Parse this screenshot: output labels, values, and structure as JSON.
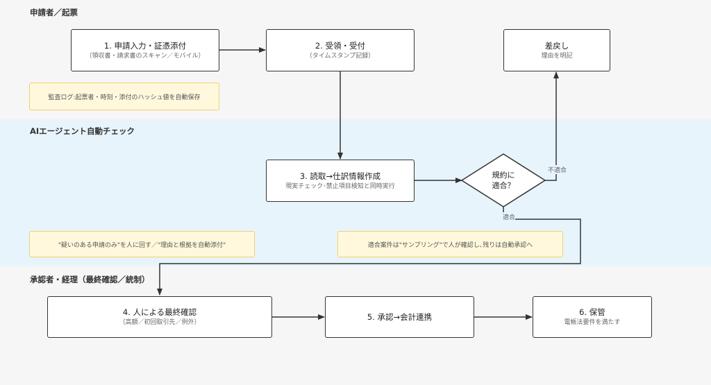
{
  "lanes": {
    "applicant": "申請者／起票",
    "ai": "AIエージェント自動チェック",
    "approver": "承認者・経理（最終確認／統制）"
  },
  "nodes": {
    "n1": {
      "title": "1. 申請入力・証憑添付",
      "sub": "（領収書・請求書のスキャン／モバイル）"
    },
    "n2": {
      "title": "2. 受領・受付",
      "sub": "（タイムスタンプ記録）"
    },
    "reject": {
      "title": "差戻し",
      "sub": "理由を明記"
    },
    "n3": {
      "title": "3. 読取→仕訳情報作成",
      "sub": "現実チェック･禁止項目検知と同時実行"
    },
    "decision": {
      "line1": "規約に",
      "line2": "適合？"
    },
    "n4": {
      "title": "4. 人による最終確認",
      "sub": "（高額／初回取引先／例外）"
    },
    "n5": {
      "title": "5. 承認→会計連携"
    },
    "n6": {
      "title": "6. 保管",
      "sub": "電帳法要件を満たす"
    }
  },
  "notes": {
    "audit": "監査ログ:起票者・時刻・添付のハッシュ値を自動保存",
    "suspicious": "\"疑いのある申請のみ\"を人に回す／\"理由と根拠を自動添付\"",
    "sampling": "適合案件は\"サンプリング\"で人が確認し､残りは自動承認へ"
  },
  "edges": {
    "nonconform": "不適合",
    "conform": "適合"
  },
  "colors": {
    "ai_lane": "#e8f4fc",
    "note_fill": "#fff8dc",
    "note_border": "#f0d16e",
    "stroke": "#333333"
  }
}
